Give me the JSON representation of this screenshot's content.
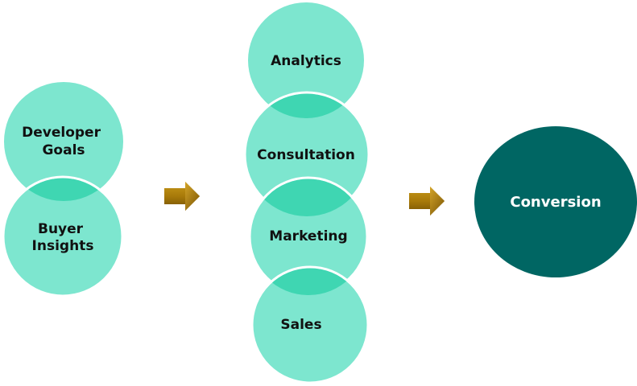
{
  "diagram": {
    "colors": {
      "circle_fill": "#7de6cf",
      "overlap_fill": "#3fd6b2",
      "circle_stroke": "#ffffff",
      "final_fill": "#006663",
      "arrow": "#a87a0a"
    },
    "stage1": {
      "circles": [
        {
          "id": "developer-goals",
          "lines": [
            "Developer",
            "Goals"
          ]
        },
        {
          "id": "buyer-insights",
          "lines": [
            "Buyer",
            "Insights"
          ]
        }
      ]
    },
    "stage2": {
      "circles": [
        {
          "id": "analytics",
          "lines": [
            "Analytics"
          ]
        },
        {
          "id": "consultation",
          "lines": [
            "Consultation"
          ]
        },
        {
          "id": "marketing",
          "lines": [
            "Marketing"
          ]
        },
        {
          "id": "sales",
          "lines": [
            "Sales"
          ]
        }
      ]
    },
    "stage3": {
      "circles": [
        {
          "id": "conversion",
          "lines": [
            "Conversion"
          ]
        }
      ]
    },
    "arrows": [
      {
        "from": "stage1",
        "to": "stage2",
        "icon": "right-arrow-icon"
      },
      {
        "from": "stage2",
        "to": "stage3",
        "icon": "right-arrow-icon"
      }
    ]
  }
}
